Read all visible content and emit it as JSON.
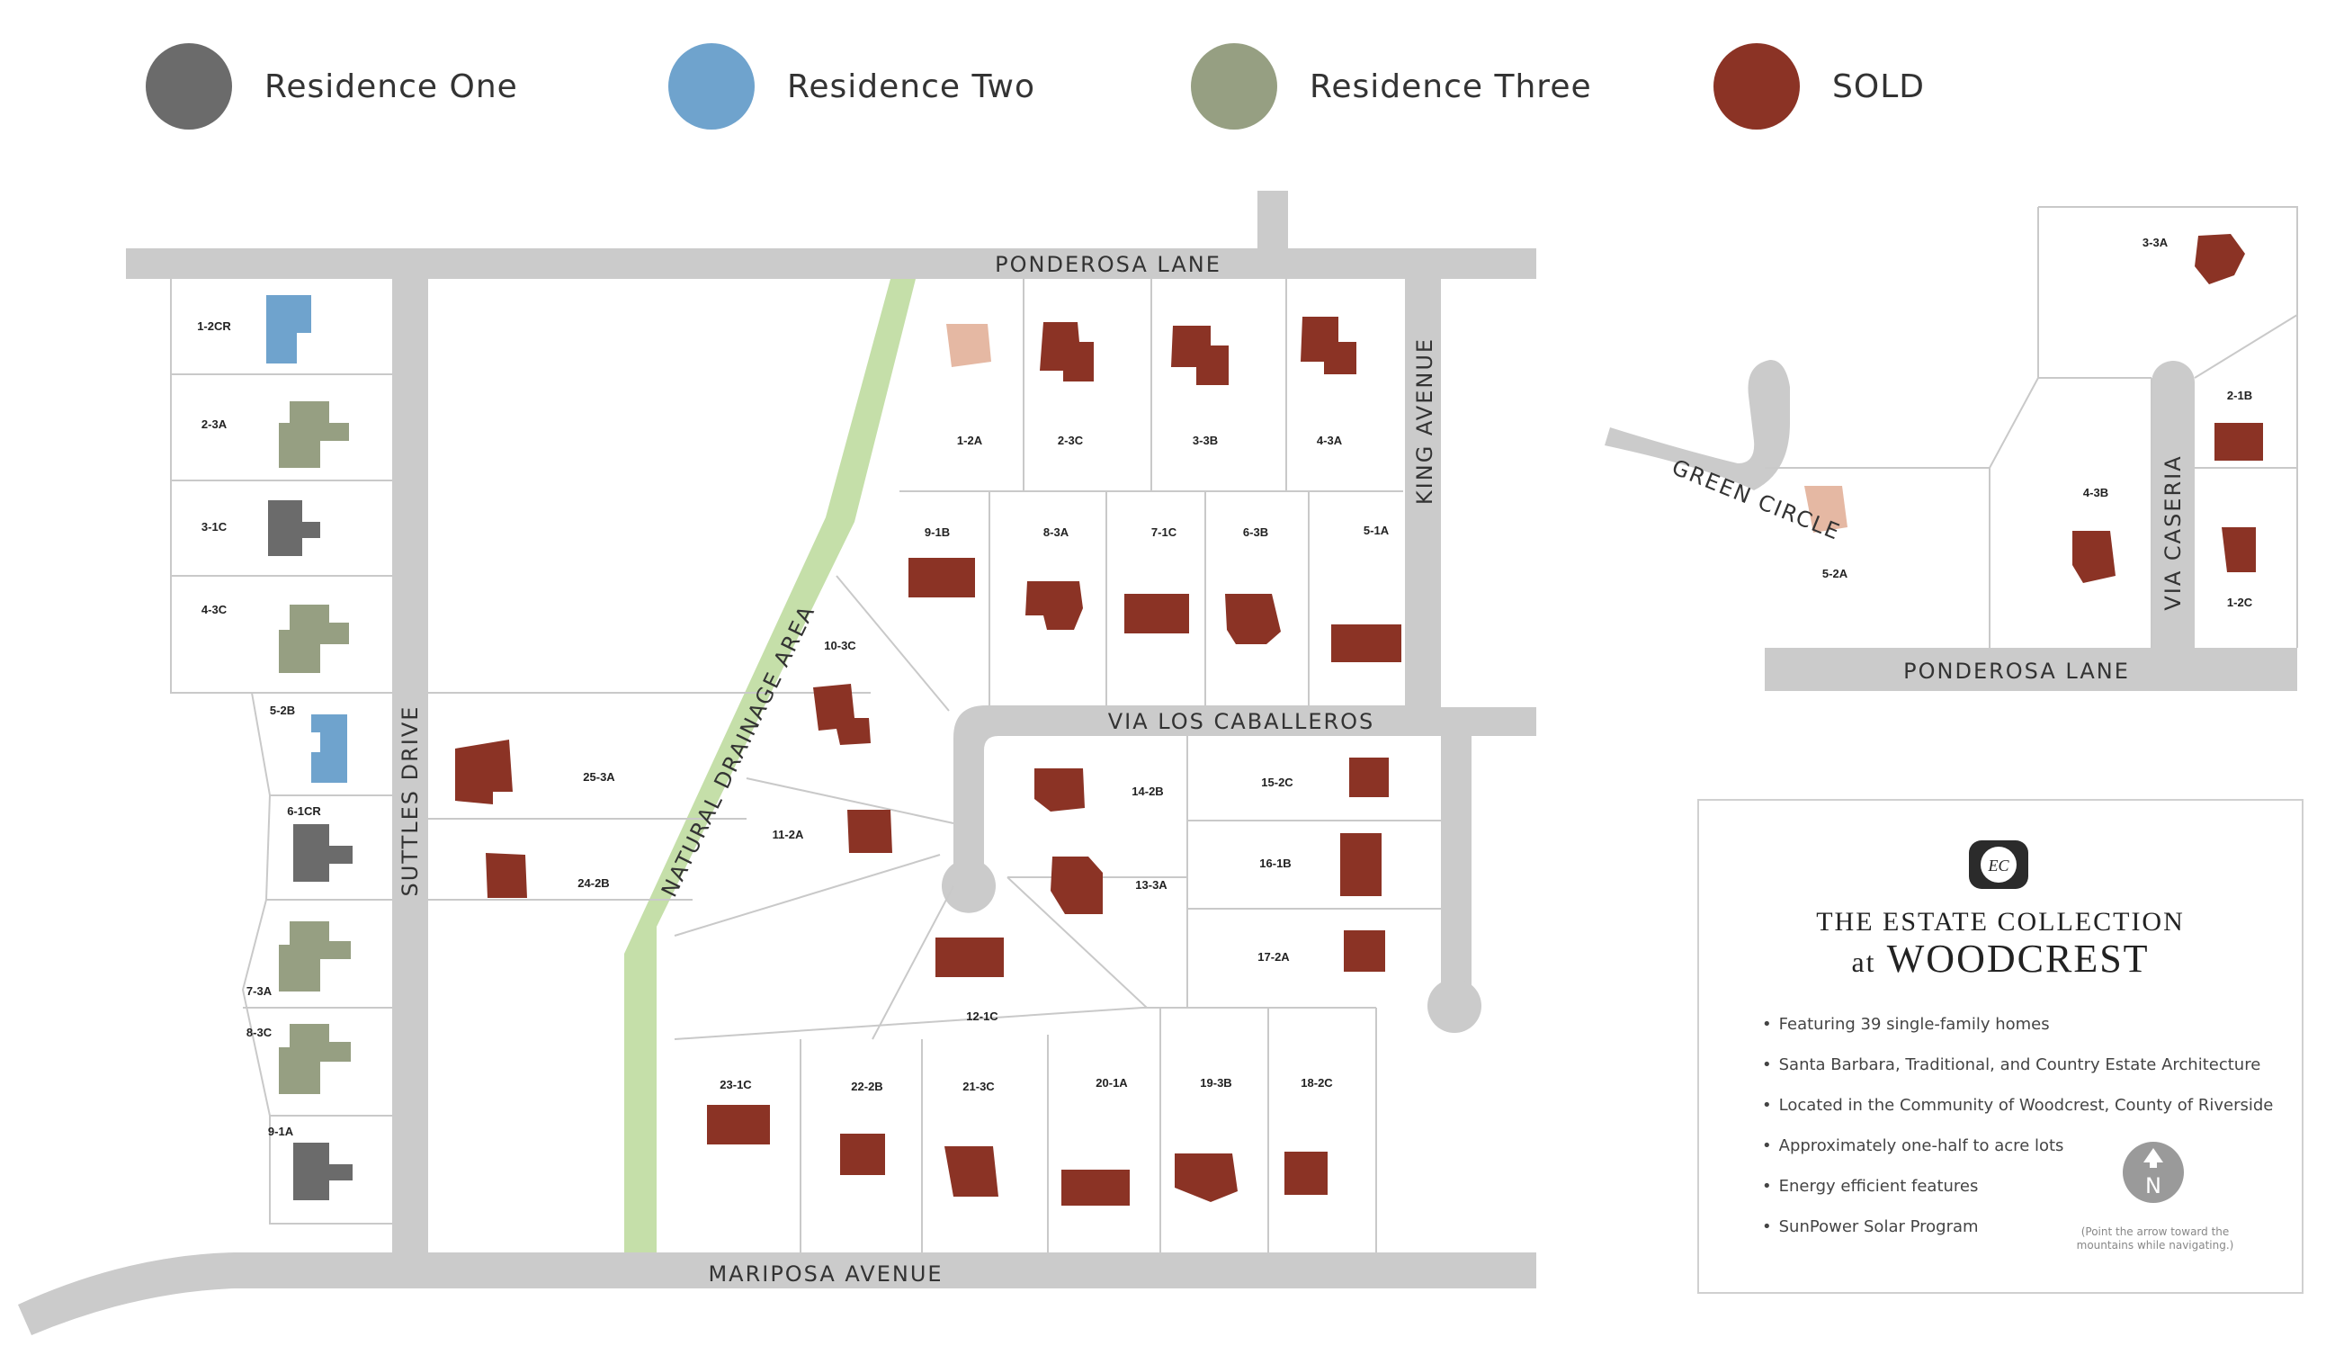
{
  "legend": [
    {
      "label": "Residence One",
      "color": "#6b6b6b"
    },
    {
      "label": "Residence Two",
      "color": "#6fa3cd"
    },
    {
      "label": "Residence Three",
      "color": "#969f82"
    },
    {
      "label": "SOLD",
      "color": "#8b3325"
    }
  ],
  "streets": {
    "ponderosa_lane": "PONDEROSA LANE",
    "king_avenue": "KING AVENUE",
    "suttles_drive": "SUTTLES DRIVE",
    "natural_drainage_area": "NATURAL DRAINAGE AREA",
    "via_los_caballeros": "VIA LOS CABALLEROS",
    "mariposa_avenue": "MARIPOSA AVENUE",
    "green_circle": "GREEN CIRCLE",
    "via_caseria": "VIA CASERIA",
    "ponderosa_lane_inset": "PONDEROSA LANE"
  },
  "lots_main": [
    "1-2CR",
    "2-3A",
    "3-1C",
    "4-3C",
    "5-2B",
    "6-1CR",
    "7-3A",
    "8-3C",
    "9-1A",
    "1-2A",
    "2-3C",
    "3-3B",
    "4-3A",
    "9-1B",
    "8-3A",
    "7-1C",
    "6-3B",
    "5-1A",
    "10-3C",
    "11-2A",
    "12-1C",
    "13-3A",
    "14-2B",
    "15-2C",
    "16-1B",
    "17-2A",
    "18-2C",
    "19-3B",
    "20-1A",
    "21-3C",
    "22-2B",
    "23-1C",
    "24-2B",
    "25-3A"
  ],
  "lots_inset": [
    "3-3A",
    "2-1B",
    "4-3B",
    "1-2C",
    "5-2A"
  ],
  "info": {
    "title_line1": "THE ESTATE COLLECTION",
    "title_at": "at",
    "title_line2": "WOODCREST",
    "bullets": [
      "Featuring 39 single-family homes",
      "Santa Barbara, Traditional, and Country Estate Architecture",
      "Located in the Community of Woodcrest, County of Riverside",
      "Approximately one-half to acre lots",
      "Energy efficient features",
      "SunPower Solar Program"
    ],
    "compass_letter": "N",
    "note": "(Point the arrow toward the mountains while navigating.)",
    "logo_monogram": "EC"
  },
  "colors": {
    "road": "#cbcbcb",
    "drainage": "#c5dfa9",
    "lot_line": "#c9c9c9",
    "model_home": "#e5b8a3"
  }
}
